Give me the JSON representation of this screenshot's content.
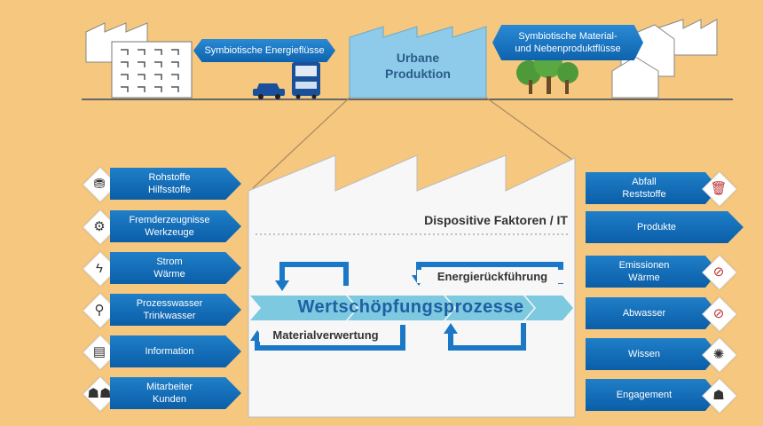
{
  "top": {
    "energy_label": "Symbiotische Energieflüsse",
    "material_label_line1": "Symbiotische Material-",
    "material_label_line2": "und Nebenproduktflüsse",
    "urban_line1": "Urbane",
    "urban_line2": "Produktion"
  },
  "factory": {
    "header": "Dispositive Faktoren / IT",
    "value_chain": "Wertschöpfungsprozesse",
    "energy_return": "Energierückführung",
    "material_reuse": "Materialverwertung"
  },
  "inputs": [
    {
      "line1": "Rohstoffe",
      "line2": "Hilfsstoffe",
      "icon": "raw-materials-icon"
    },
    {
      "line1": "Fremderzeugnisse",
      "line2": "Werkzeuge",
      "icon": "gears-icon"
    },
    {
      "line1": "Strom",
      "line2": "Wärme",
      "icon": "lightning-icon"
    },
    {
      "line1": "Prozesswasser",
      "line2": "Trinkwasser",
      "icon": "water-tap-icon"
    },
    {
      "line1": "Information",
      "line2": "",
      "icon": "document-icon"
    },
    {
      "line1": "Mitarbeiter",
      "line2": "Kunden",
      "icon": "people-icon"
    }
  ],
  "outputs": [
    {
      "line1": "Abfall",
      "line2": "Reststoffe",
      "icon": "trash-icon"
    },
    {
      "line1": "Produkte",
      "line2": "",
      "icon": ""
    },
    {
      "line1": "Emissionen",
      "line2": "Wärme",
      "icon": "no-emission-icon"
    },
    {
      "line1": "Abwasser",
      "line2": "",
      "icon": "no-water-icon"
    },
    {
      "line1": "Wissen",
      "line2": "",
      "icon": "lightbulb-icon"
    },
    {
      "line1": "Engagement",
      "line2": "",
      "icon": "person-icon"
    }
  ],
  "colors": {
    "background": "#f6c77e",
    "arrow_blue": "#0b5ea8",
    "light_blue": "#8ecae9",
    "chevron_cyan": "#7cc9e0"
  }
}
